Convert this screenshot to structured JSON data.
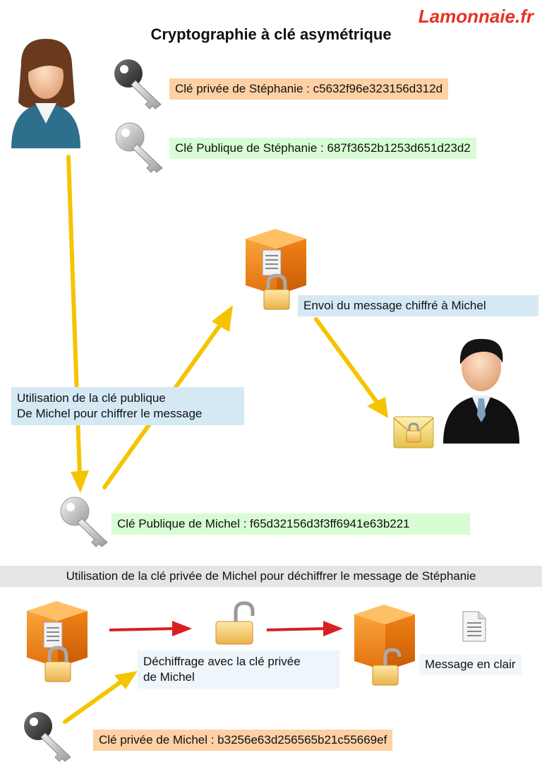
{
  "brand": "Lamonnaie.fr",
  "title": "Cryptographie à clé asymétrique",
  "labels": {
    "stephanie_private": "Clé privée de Stéphanie : c5632f96e323156d312d",
    "stephanie_public": "Clé Publique de Stéphanie : 687f3652b1253d651d23d2",
    "send_message": "Envoi du message chiffré à Michel",
    "use_public_line1": "Utilisation de la clé publique",
    "use_public_line2": "De Michel pour chiffrer le message",
    "michel_public": "Clé Publique de Michel : f65d32156d3f3ff6941e63b221",
    "decrypt_banner": "Utilisation de la clé privée de Michel pour déchiffrer le message de Stéphanie",
    "decrypt_line1": "Déchiffrage avec la clé privée",
    "decrypt_line2": "de Michel",
    "plaintext": "Message en clair",
    "michel_private": "Clé privée de Michel : b3256e63d256565b21c55669ef"
  },
  "icons": [
    "woman-user-icon",
    "man-user-icon",
    "dark-key-icon",
    "silver-key-icon",
    "orange-box-document-icon",
    "padlock-icon",
    "open-padlock-icon",
    "envelope-lock-icon",
    "document-icon",
    "yellow-arrow-icon",
    "red-arrow-icon"
  ],
  "colors": {
    "brand": "#e53222",
    "yellow_arrow": "#f5c400",
    "red_arrow": "#d82020",
    "box": "#f18a1c"
  }
}
